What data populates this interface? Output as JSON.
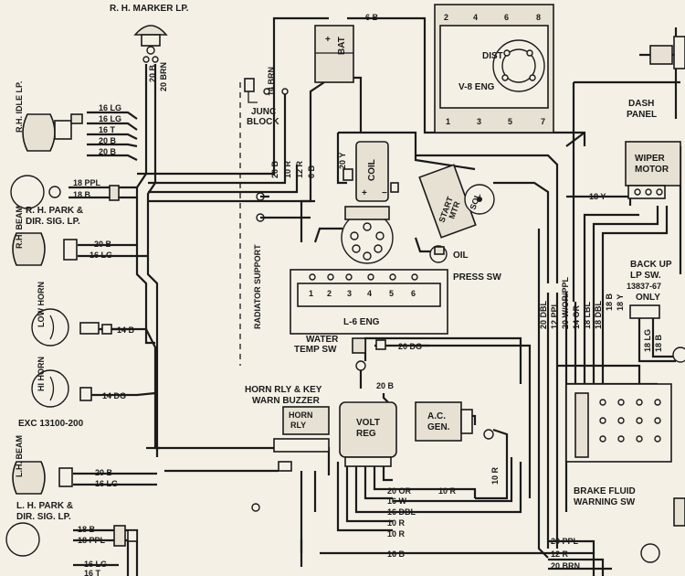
{
  "components": {
    "rh_marker_lp": "R. H. MARKER LP.",
    "rh_idle_lp": "R.H. IDLE LP.",
    "rh_park_line1": "R. H. PARK &",
    "rh_park_line2": "DIR. SIG. LP.",
    "rh_beam": "R.H. BEAM",
    "low_horn": "LOW HORN",
    "hi_horn": "HI HORN",
    "exc": "EXC 13100-200",
    "lh_beam": "L.H. BEAM",
    "lh_park_line1": "L. H. PARK &",
    "lh_park_line2": "DIR. SIG. LP.",
    "bat": "BAT",
    "bat_plus": "+",
    "junc_line1": "JUNC",
    "junc_line2": "BLOCK",
    "coil": "COIL",
    "coil_plus": "+",
    "coil_minus": "−",
    "start_mtr_line1": "START",
    "start_mtr_line2": "MTR",
    "sol": "SOL",
    "oil_line1": "OIL",
    "oil_line2": "PRESS SW",
    "l6_eng": "L-6 ENG",
    "dist": "DIST",
    "v8_eng": "V-8 ENG",
    "radiator_support": "RADIATOR SUPPORT",
    "water_temp_line1": "WATER",
    "water_temp_line2": "TEMP SW",
    "horn_rly_line1": "HORN RLY & KEY",
    "horn_rly_line2": "WARN BUZZER",
    "horn_rly_box_line1": "HORN",
    "horn_rly_box_line2": "RLY",
    "volt_reg_line1": "VOLT",
    "volt_reg_line2": "REG",
    "ac_gen_line1": "A.C.",
    "ac_gen_line2": "GEN.",
    "dash_line1": "DASH",
    "dash_line2": "PANEL",
    "wiper_line1": "WIPER",
    "wiper_line2": "MOTOR",
    "backup_line1": "BACK UP",
    "backup_line2": "LP SW.",
    "backup_line3": "13837-67",
    "backup_line4": "ONLY",
    "brake_line1": "BRAKE FLUID",
    "brake_line2": "WARNING SW"
  },
  "terminals": {
    "l6": [
      "1",
      "2",
      "3",
      "4",
      "5",
      "6"
    ],
    "dist_top": [
      "2",
      "4",
      "6",
      "8"
    ],
    "dist_bottom": [
      "1",
      "3",
      "5",
      "7"
    ]
  },
  "wires": {
    "w20b": "20 B",
    "w20brn": "20 BRN",
    "w16lg": "16 LG",
    "w16t": "16 T",
    "w18ppl": "18 PPL",
    "w18b": "18 B",
    "w6b": "6 B",
    "w14brn": "14 BRN",
    "w10r": "10 R",
    "w12r": "12 R",
    "w20y": "20 Y",
    "w14b": "14 B",
    "w14dg": "14 DG",
    "w20dg": "20 DG",
    "w20or": "20 OR",
    "w16w": "16 W",
    "w16dbl": "16 DBL",
    "w16b": "16 B",
    "w18y": "18 Y",
    "w20dbl": "20 DBL",
    "w12ppl": "12 PPL",
    "w20wor": "20 W/OR/PPL",
    "w14or": "14 OR",
    "w18lbl": "18 LBL",
    "w18dbl": "18 DBL",
    "w18lg": "18 LG",
    "w20ppl": "20 PPL"
  }
}
